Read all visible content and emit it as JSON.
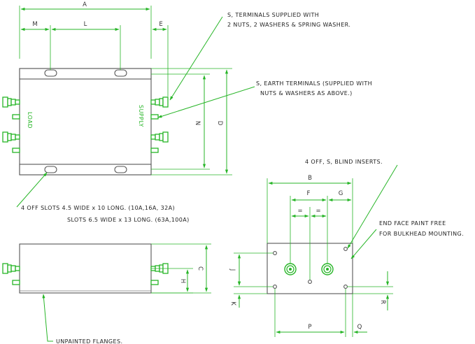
{
  "colors": {
    "dimension": "#27b527",
    "outline": "#555555",
    "text": "#222222"
  },
  "dimensions": {
    "A": "A",
    "M": "M",
    "L": "L",
    "E": "E",
    "N": "N",
    "D": "D",
    "C": "C",
    "H": "H",
    "B": "B",
    "F": "F",
    "G": "G",
    "J": "J",
    "K": "K",
    "P": "P",
    "Q": "Q",
    "R": "R",
    "equal_left": "=",
    "equal_right": "="
  },
  "labels": {
    "load": "LOAD",
    "supply": "SUPPLY"
  },
  "notes": {
    "terminals_line1": "S, TERMINALS SUPPLIED WITH",
    "terminals_line2": "2 NUTS, 2 WASHERS & SPRING WASHER.",
    "earth_line1": "S,  EARTH TERMINALS (SUPPLIED WITH",
    "earth_line2": "NUTS & WASHERS AS ABOVE.)",
    "blind_inserts": "4 OFF, S,  BLIND INSERTS.",
    "slots_line1": "4 OFF  SLOTS  4.5 WIDE x 10 LONG. (10A,16A, 32A)",
    "slots_line2": "SLOTS  6.5 WIDE x 13 LONG. (63A,100A)",
    "end_face_line1": "END FACE PAINT FREE",
    "end_face_line2": "FOR BULKHEAD MOUNTING.",
    "flanges": "UNPAINTED FLANGES."
  }
}
